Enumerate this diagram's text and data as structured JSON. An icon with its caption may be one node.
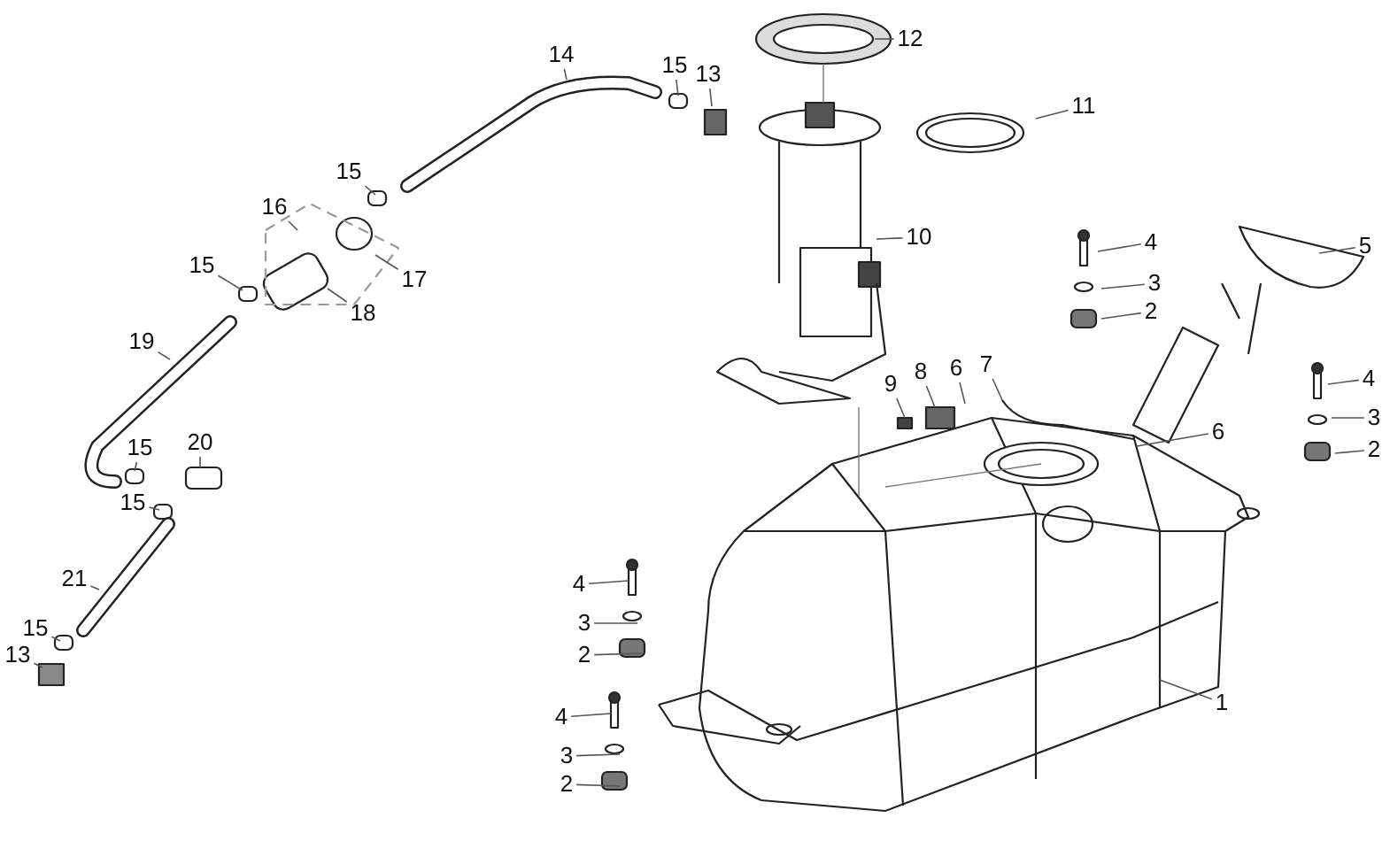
{
  "diagram": {
    "nodes": [
      {
        "text": [
          "12"
        ]
      },
      {
        "text": [
          "14"
        ]
      },
      {
        "text": [
          "15"
        ]
      },
      {
        "text": [
          "13"
        ]
      },
      {
        "text": [
          "11"
        ]
      },
      {
        "text": [
          "15"
        ]
      },
      {
        "text": [
          "16"
        ]
      },
      {
        "text": [
          "10"
        ]
      },
      {
        "text": [
          "4"
        ]
      },
      {
        "text": [
          "5"
        ]
      },
      {
        "text": [
          "15"
        ]
      },
      {
        "text": [
          "17"
        ]
      },
      {
        "text": [
          "3"
        ]
      },
      {
        "text": [
          "2"
        ]
      },
      {
        "text": [
          "18"
        ]
      },
      {
        "text": [
          "19"
        ]
      },
      {
        "text": [
          "7"
        ]
      },
      {
        "text": [
          "6"
        ]
      },
      {
        "text": [
          "8"
        ]
      },
      {
        "text": [
          "4"
        ]
      },
      {
        "text": [
          "9"
        ]
      },
      {
        "text": [
          "3"
        ]
      },
      {
        "text": [
          "6"
        ]
      },
      {
        "text": [
          "20"
        ]
      },
      {
        "text": [
          "15"
        ]
      },
      {
        "text": [
          "2"
        ]
      },
      {
        "text": [
          "15"
        ]
      },
      {
        "text": [
          "21"
        ]
      },
      {
        "text": [
          "4"
        ]
      },
      {
        "text": [
          "3"
        ]
      },
      {
        "text": [
          "15"
        ]
      },
      {
        "text": [
          "2"
        ]
      },
      {
        "text": [
          "13"
        ]
      },
      {
        "text": [
          "1"
        ]
      },
      {
        "text": [
          "4"
        ]
      },
      {
        "text": [
          "3"
        ]
      },
      {
        "text": [
          "2"
        ]
      }
    ],
    "edges": [
      {
        "from": 0,
        "to": null,
        "arrow": "none"
      },
      {
        "from": 1,
        "to": null,
        "arrow": "none"
      },
      {
        "from": 2,
        "to": null,
        "arrow": "none"
      },
      {
        "from": 3,
        "to": null,
        "arrow": "none"
      },
      {
        "from": 4,
        "to": null,
        "arrow": "none"
      },
      {
        "from": 5,
        "to": null,
        "arrow": "none"
      },
      {
        "from": 6,
        "to": null,
        "arrow": "none"
      },
      {
        "from": 7,
        "to": null,
        "arrow": "none"
      },
      {
        "from": 8,
        "to": null,
        "arrow": "none"
      },
      {
        "from": 9,
        "to": null,
        "arrow": "none"
      },
      {
        "from": 10,
        "to": null,
        "arrow": "none"
      },
      {
        "from": 11,
        "to": null,
        "arrow": "none"
      },
      {
        "from": 12,
        "to": null,
        "arrow": "none"
      },
      {
        "from": 13,
        "to": null,
        "arrow": "none"
      },
      {
        "from": 14,
        "to": null,
        "arrow": "none"
      },
      {
        "from": 15,
        "to": null,
        "arrow": "none"
      },
      {
        "from": 16,
        "to": null,
        "arrow": "none"
      },
      {
        "from": 17,
        "to": null,
        "arrow": "none"
      },
      {
        "from": 18,
        "to": null,
        "arrow": "none"
      },
      {
        "from": 19,
        "to": null,
        "arrow": "none"
      },
      {
        "from": 20,
        "to": null,
        "arrow": "none"
      },
      {
        "from": 21,
        "to": null,
        "arrow": "none"
      },
      {
        "from": 22,
        "to": null,
        "arrow": "none"
      },
      {
        "from": 23,
        "to": null,
        "arrow": "none"
      },
      {
        "from": 24,
        "to": null,
        "arrow": "none"
      },
      {
        "from": 25,
        "to": null,
        "arrow": "none"
      },
      {
        "from": 26,
        "to": null,
        "arrow": "none"
      },
      {
        "from": 27,
        "to": null,
        "arrow": "none"
      },
      {
        "from": 28,
        "to": null,
        "arrow": "none"
      },
      {
        "from": 29,
        "to": null,
        "arrow": "none"
      },
      {
        "from": 30,
        "to": null,
        "arrow": "none"
      },
      {
        "from": 31,
        "to": null,
        "arrow": "none"
      },
      {
        "from": 32,
        "to": null,
        "arrow": "none"
      },
      {
        "from": 33,
        "to": null,
        "arrow": "none"
      },
      {
        "from": 34,
        "to": null,
        "arrow": "none"
      },
      {
        "from": 35,
        "to": null,
        "arrow": "none"
      },
      {
        "from": 36,
        "to": null,
        "arrow": "none"
      }
    ]
  }
}
